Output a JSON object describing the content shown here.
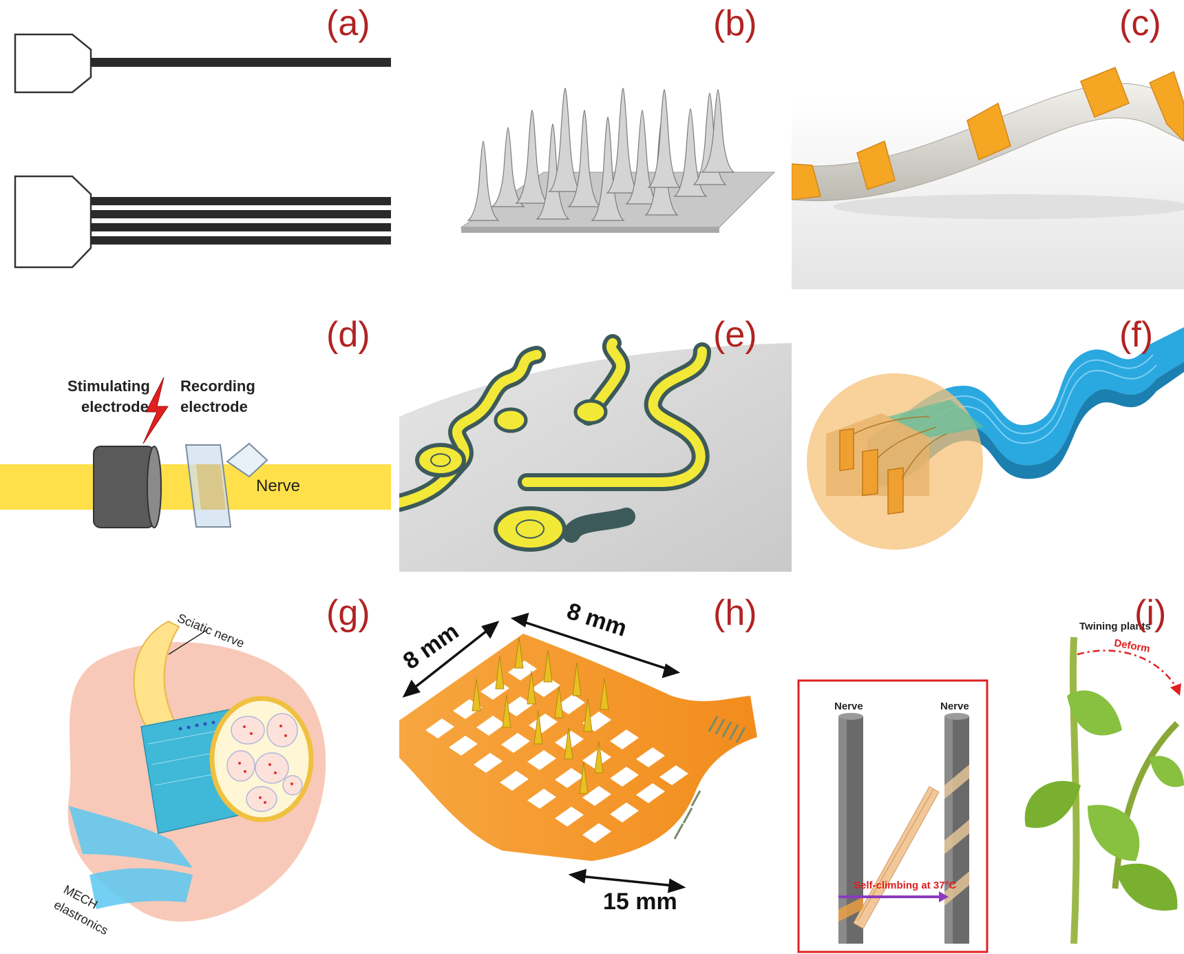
{
  "panels": {
    "a": {
      "label": "(a)"
    },
    "b": {
      "label": "(b)"
    },
    "c": {
      "label": "(c)"
    },
    "d": {
      "label": "(d)",
      "stimulating": "Stimulating",
      "stimulating2": "electrode",
      "recording": "Recording",
      "recording2": "electrode",
      "nerve": "Nerve"
    },
    "e": {
      "label": "(e)"
    },
    "f": {
      "label": "(f)"
    },
    "g": {
      "label": "(g)",
      "sciatic": "Sciatic nerve",
      "mech1": "MECH",
      "mech2": "elastronics"
    },
    "h": {
      "label": "(h)",
      "dim_left": "8 mm",
      "dim_top": "8 mm",
      "dim_bottom": "15 mm"
    },
    "i": {
      "label": "(i)",
      "nerve_left": "Nerve",
      "nerve_right": "Nerve",
      "self_climbing": "Self-climbing at 37°C",
      "twining": "Twining plants",
      "deform": "Deform"
    }
  },
  "colors": {
    "label_red": "#b22222",
    "nerve_yellow": "#ffe04a",
    "orange": "#f5a623",
    "blue": "#2aa8e0",
    "frame_red": "#e02020"
  }
}
